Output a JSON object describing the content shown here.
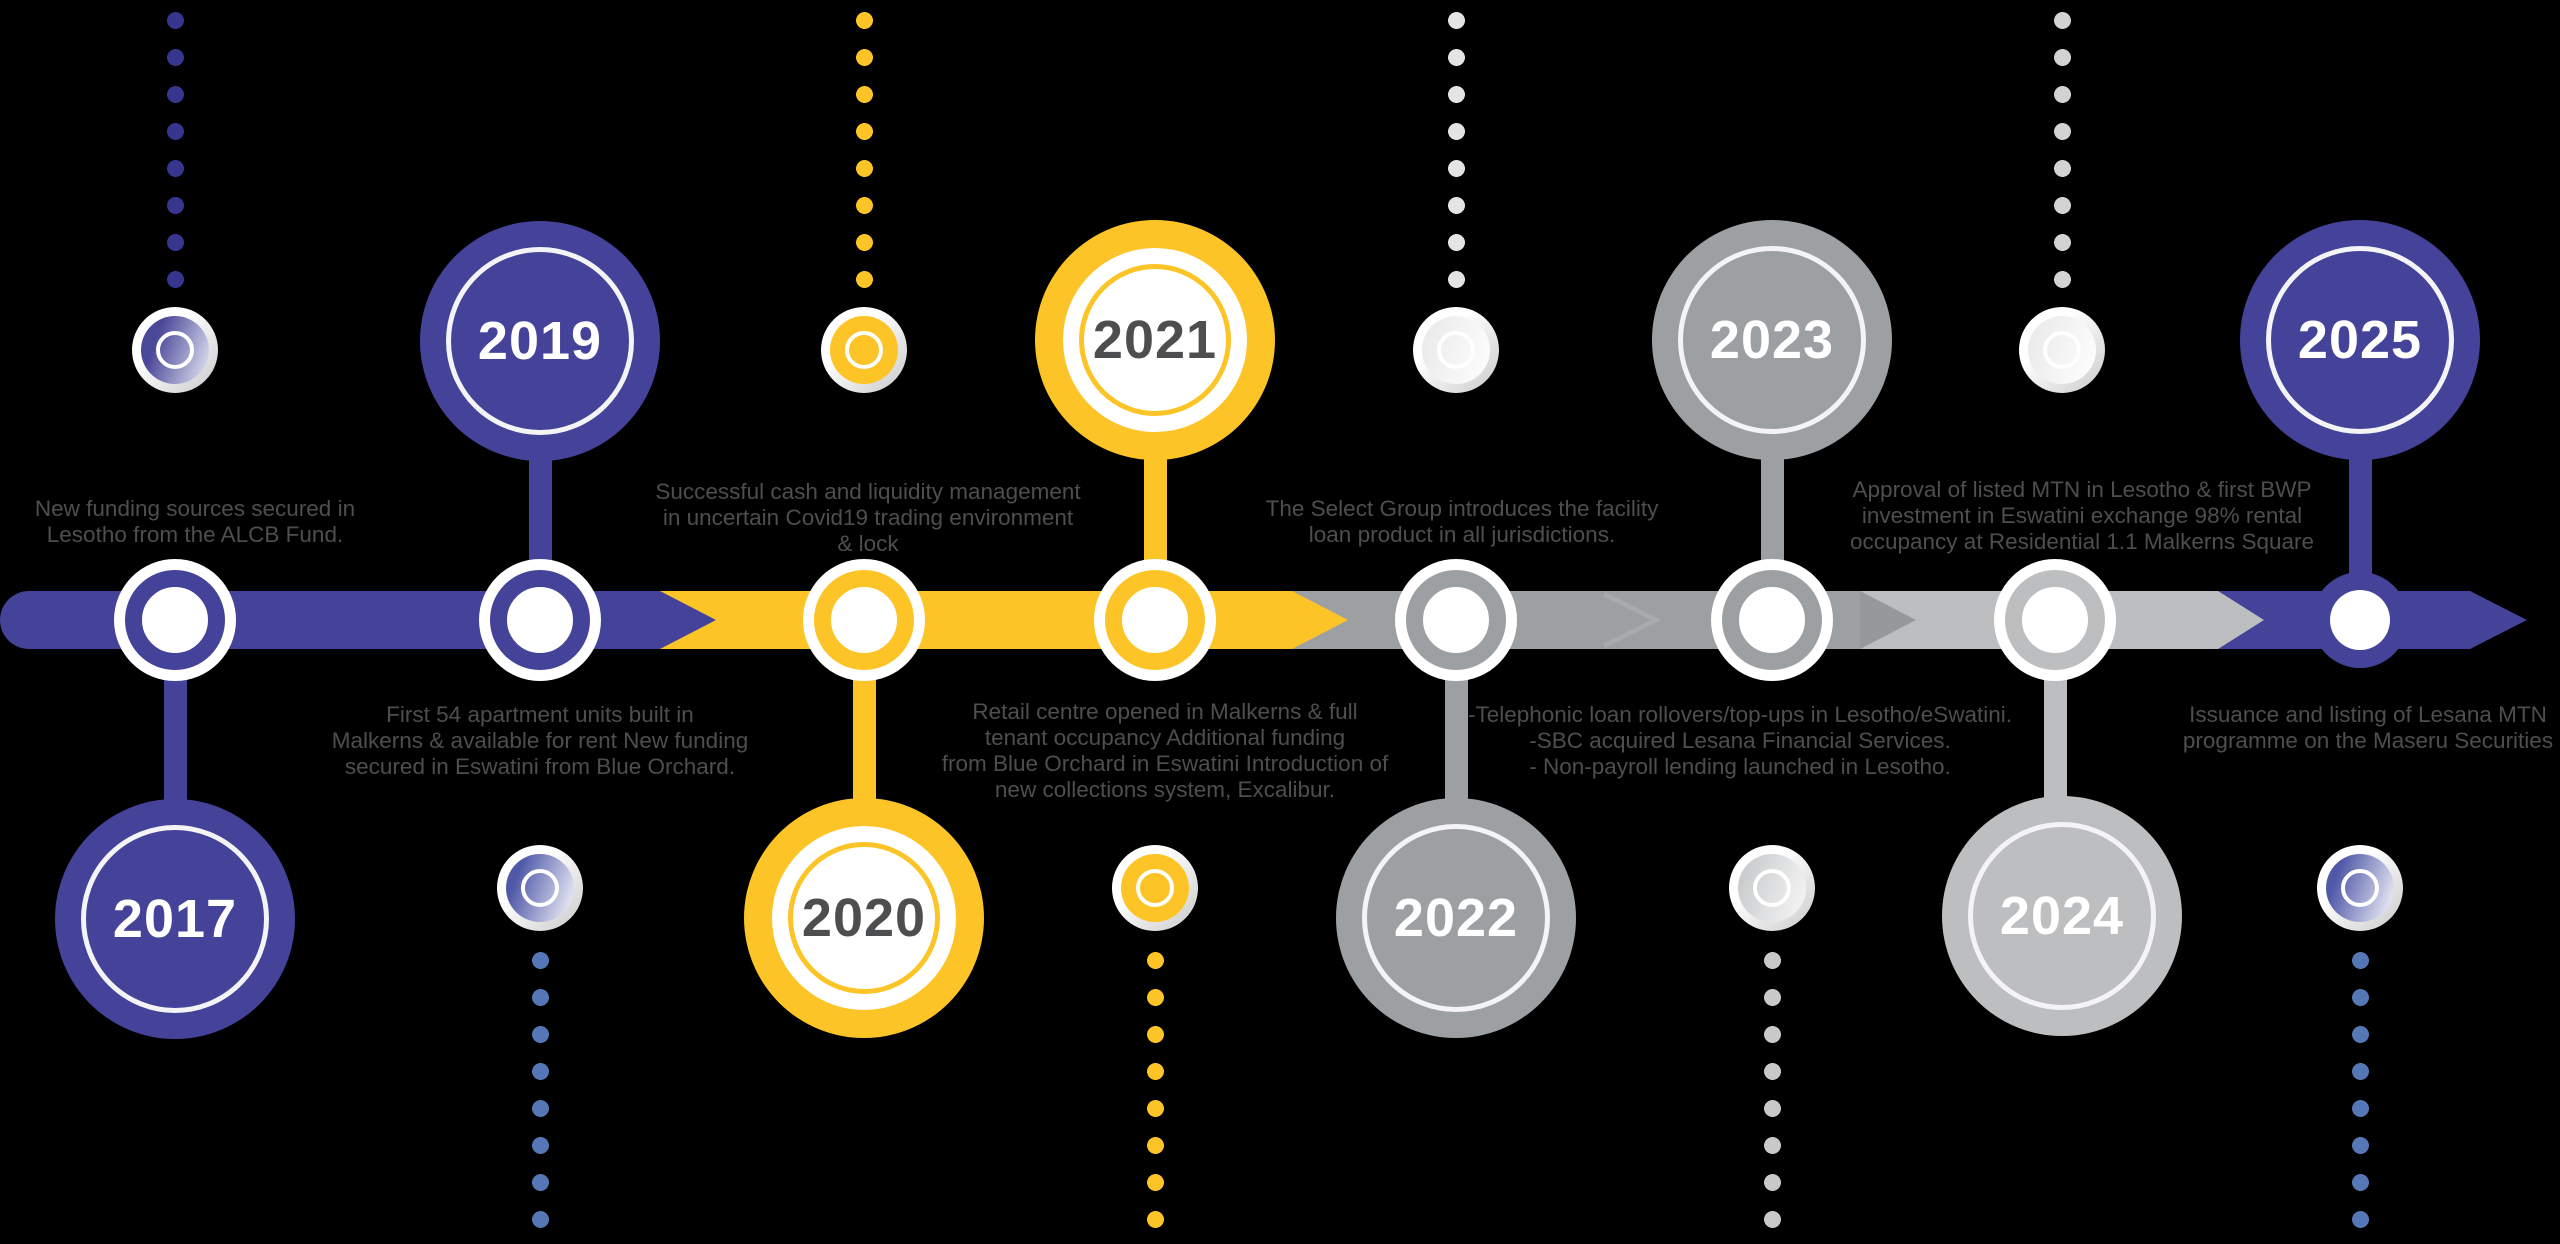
{
  "colors": {
    "indigo": "#454299",
    "indigo_dots": "#37368F",
    "yellow": "#FCC426",
    "gray": "#9DA0A2",
    "silver": "#BCBEC0",
    "steel_blue": "#5577B5",
    "text_gray": "#4D4E50"
  },
  "milestones": {
    "y2017": {
      "year": "2017",
      "text": "New funding sources secured in\nLesotho from the ALCB Fund."
    },
    "y2019": {
      "year": "2019",
      "text": "First 54 apartment units built in\nMalkerns & available for rent New funding\nsecured in Eswatini from Blue Orchard."
    },
    "y2020": {
      "year": "2020",
      "text": "Successful cash and liquidity management\nin uncertain Covid19 trading environment\n& lock"
    },
    "y2021": {
      "year": "2021",
      "text": "Retail centre opened in Malkerns & full\ntenant occupancy Additional funding\nfrom Blue Orchard in Eswatini Introduction of\nnew collections system, Excalibur."
    },
    "y2022": {
      "year": "2022",
      "text": "The Select Group introduces the facility\nloan product in all jurisdictions."
    },
    "y2023": {
      "year": "2023",
      "text": "-Telephonic loan rollovers/top-ups in Lesotho/eSwatini.\n-SBC acquired Lesana Financial Services.\n- Non-payroll lending launched in Lesotho."
    },
    "y2024": {
      "year": "2024",
      "text": "Approval of listed MTN in Lesotho & first BWP\ninvestment in Eswatini exchange 98% rental\noccupancy at Residential 1.1 Malkerns Square"
    },
    "y2025": {
      "year": "2025",
      "text": "Issuance and listing of Lesana MTN\nprogramme on the Maseru Securities"
    }
  }
}
